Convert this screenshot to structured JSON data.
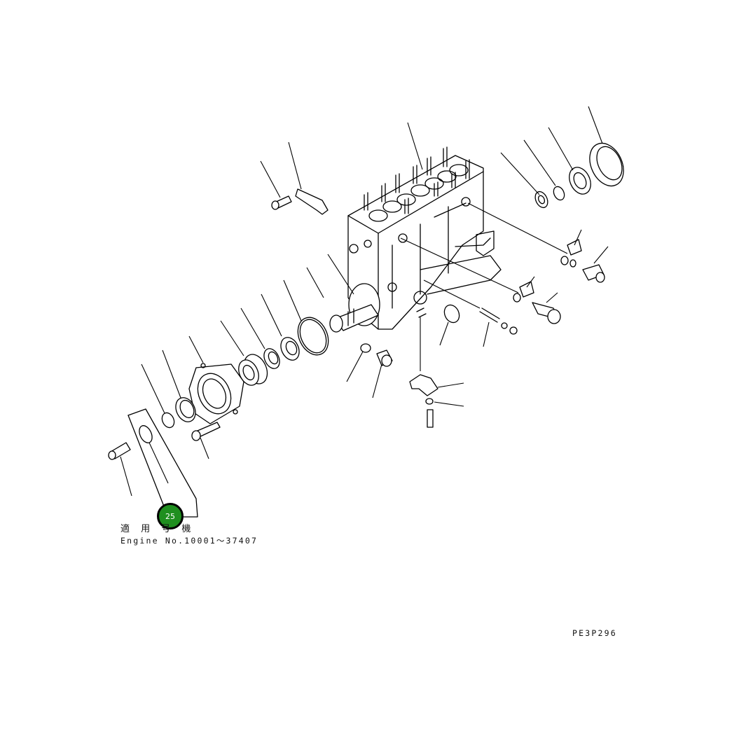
{
  "diagram": {
    "callout_badge": {
      "label": "25",
      "color": "#1f8f1f"
    },
    "applicability_label": "適 用 号 機",
    "serial_range": "Engine No.10001～37407",
    "drawing_code": "PE3P296"
  }
}
